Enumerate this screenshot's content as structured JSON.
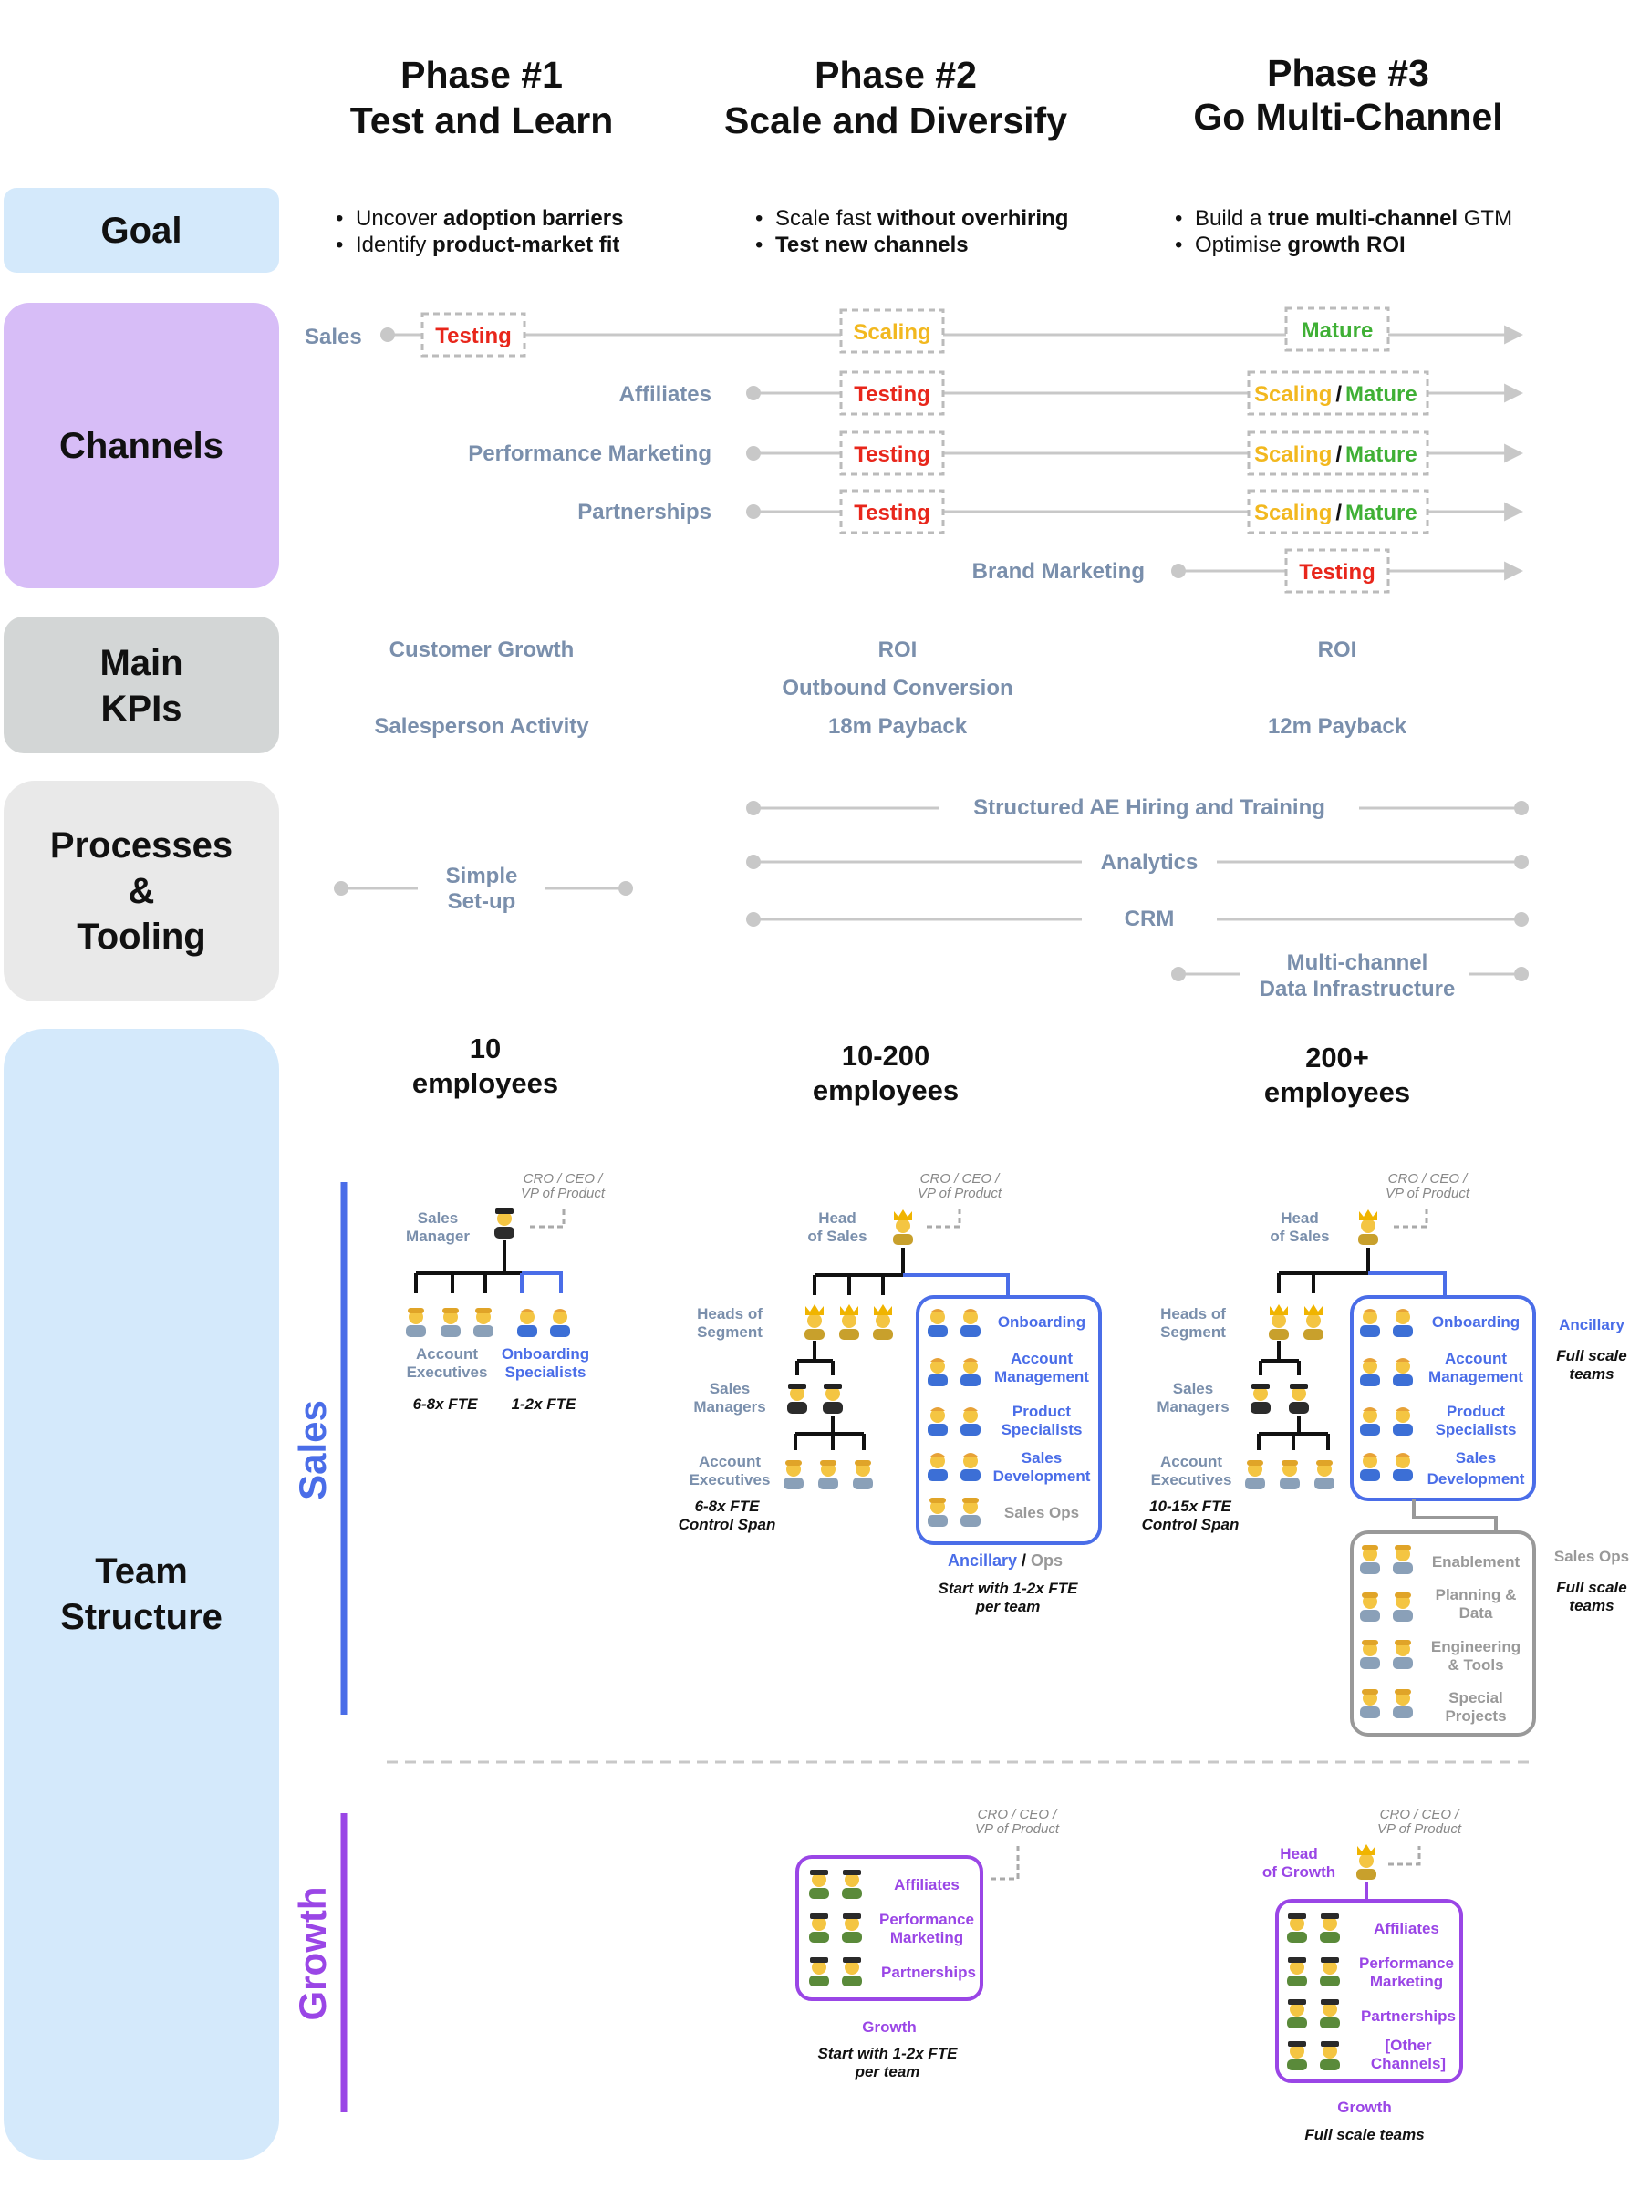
{
  "phases": [
    {
      "number": "Phase #1",
      "name": "Test and Learn"
    },
    {
      "number": "Phase #2",
      "name": "Scale and Diversify"
    },
    {
      "number": "Phase #3",
      "name": "Go Multi-Channel"
    }
  ],
  "rows": {
    "goal": "Goal",
    "channels": "Channels",
    "kpis": [
      "Main",
      "KPIs"
    ],
    "processes": [
      "Processes",
      "&",
      "Tooling"
    ],
    "team": [
      "Team",
      "Structure"
    ]
  },
  "goals": [
    [
      {
        "pre": "Uncover ",
        "bold": "adoption barriers",
        "post": ""
      },
      {
        "pre": "Identify ",
        "bold": "product-market fit",
        "post": ""
      }
    ],
    [
      {
        "pre": "Scale fast ",
        "bold": "without overhiring",
        "post": ""
      },
      {
        "pre": "",
        "bold": "Test new channels",
        "post": ""
      }
    ],
    [
      {
        "pre": "Build a ",
        "bold": "true multi-channel",
        "post": " GTM"
      },
      {
        "pre": "Optimise ",
        "bold": "growth ROI",
        "post": ""
      }
    ]
  ],
  "channels": {
    "names": [
      "Sales",
      "Affiliates",
      "Performance Marketing",
      "Partnerships",
      "Brand Marketing"
    ],
    "stages": {
      "testing": "Testing",
      "scaling": "Scaling",
      "mature": "Mature",
      "sep": "/"
    }
  },
  "kpis": {
    "phase1": [
      "Customer Growth",
      "Salesperson Activity"
    ],
    "phase2": [
      "ROI",
      "Outbound Conversion",
      "18m Payback"
    ],
    "phase3": [
      "ROI",
      "12m Payback"
    ]
  },
  "processes": {
    "simple_setup": [
      "Simple",
      "Set-up"
    ],
    "ae_hiring": "Structured AE Hiring and Training",
    "analytics": "Analytics",
    "crm": "CRM",
    "data_infra": [
      "Multi-channel",
      "Data Infrastructure"
    ]
  },
  "employees": [
    [
      "10",
      "employees"
    ],
    [
      "10-200",
      "employees"
    ],
    [
      "200+",
      "employees"
    ]
  ],
  "side_labels": {
    "sales": "Sales",
    "growth": "Growth"
  },
  "org": {
    "cro": [
      "CRO / CEO /",
      "VP of Product"
    ],
    "sales_manager": [
      "Sales",
      "Manager"
    ],
    "head_of_sales": [
      "Head",
      "of Sales"
    ],
    "heads_of_segment": [
      "Heads of",
      "Segment"
    ],
    "sales_managers": [
      "Sales",
      "Managers"
    ],
    "account_executives": [
      "Account",
      "Executives"
    ],
    "onboarding_specialists": [
      "Onboarding",
      "Specialists"
    ],
    "fte_ae_p1": "6-8x FTE",
    "fte_onb_p1": "1-2x FTE",
    "control_span_p2": [
      "6-8x FTE",
      "Control Span"
    ],
    "control_span_p3": [
      "10-15x FTE",
      "Control Span"
    ],
    "onboarding": "Onboarding",
    "account_management": [
      "Account",
      "Management"
    ],
    "product_specialists": [
      "Product",
      "Specialists"
    ],
    "sales_development": [
      "Sales",
      "Development"
    ],
    "sales_ops": "Sales Ops",
    "ancillary": "Ancillary",
    "ops": "Ops",
    "ancillary_sep": " / ",
    "start_with": [
      "Start with 1-2x FTE",
      "per team"
    ],
    "full_scale": [
      "Full scale",
      "teams"
    ],
    "enablement": "Enablement",
    "planning_data": [
      "Planning &",
      "Data"
    ],
    "engineering_tools": [
      "Engineering",
      "& Tools"
    ],
    "special_projects": [
      "Special",
      "Projects"
    ],
    "head_of_growth": [
      "Head",
      "of Growth"
    ],
    "affiliates": "Affiliates",
    "performance_marketing": [
      "Performance",
      "Marketing"
    ],
    "partnerships": "Partnerships",
    "other_channels": [
      "[Other",
      "Channels]"
    ],
    "growth": "Growth",
    "full_scale_teams": "Full scale teams"
  },
  "colors": {
    "goal_bg": "#d4e9fb",
    "channels_bg": "#d7bdf7",
    "kpis_bg": "#d3d6d6",
    "processes_bg": "#e9e9e9",
    "team_bg": "#d4e9fb",
    "testing": "#e8261b",
    "scaling": "#f2b81f",
    "mature": "#3fb035",
    "sales_accent": "#4a6de8",
    "growth_accent": "#9a46e6",
    "muted_text": "#7a8fac"
  },
  "icons": [
    "pilot-icon",
    "crown-icon",
    "office-worker-icon",
    "construction-worker-icon",
    "sheriff-icon"
  ]
}
